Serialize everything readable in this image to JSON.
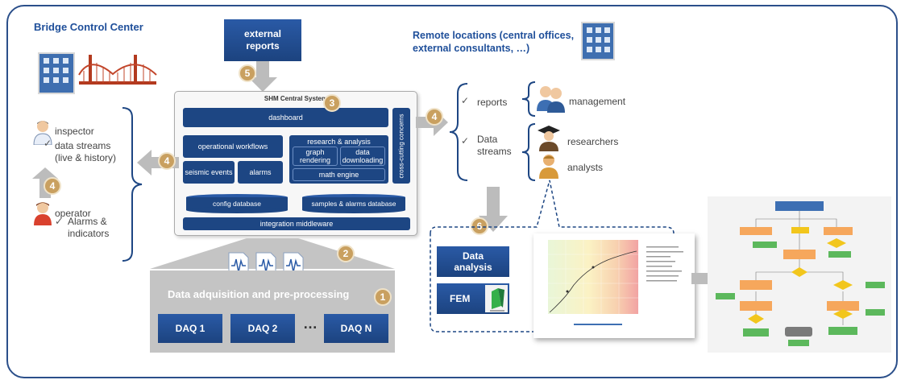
{
  "bcc_title": "Bridge Control Center",
  "remote_title_1": "Remote locations (central offices,",
  "remote_title_2": "external consultants, …)",
  "external_reports_1": "external",
  "external_reports_2": "reports",
  "badges": {
    "b1": "1",
    "b2": "2",
    "b3": "3",
    "b4": "4",
    "b5": "5",
    "b6": "6"
  },
  "shm": {
    "title": "SHM Central System",
    "dashboard": "dashboard",
    "operational_workflows": "operational workflows",
    "seismic_events": "seismic events",
    "alarms": "alarms",
    "research_analysis": "research & analysis",
    "graph_rendering": "graph rendering",
    "data_downloading": "data downloading",
    "math_engine": "math engine",
    "cross_cutting": "cross-cutting concerns",
    "config_db": "config database",
    "samples_db": "samples & alarms database",
    "integration": "integration middleware"
  },
  "left": {
    "inspector": "inspector",
    "data_streams_1": "data streams",
    "data_streams_2": "(live & history)",
    "operator": "operator",
    "alarms_1": "Alarms &",
    "alarms_2": "indicators"
  },
  "right": {
    "reports": "reports",
    "data": "Data",
    "streams": "streams",
    "management": "management",
    "researchers": "researchers",
    "analysts": "analysts"
  },
  "daq": {
    "title": "Data adquisition and pre-processing",
    "daq1": "DAQ 1",
    "daq2": "DAQ 2",
    "dots": "…",
    "daqn": "DAQ N"
  },
  "analysis": {
    "data_analysis_1": "Data",
    "data_analysis_2": "analysis",
    "fem": "FEM"
  }
}
